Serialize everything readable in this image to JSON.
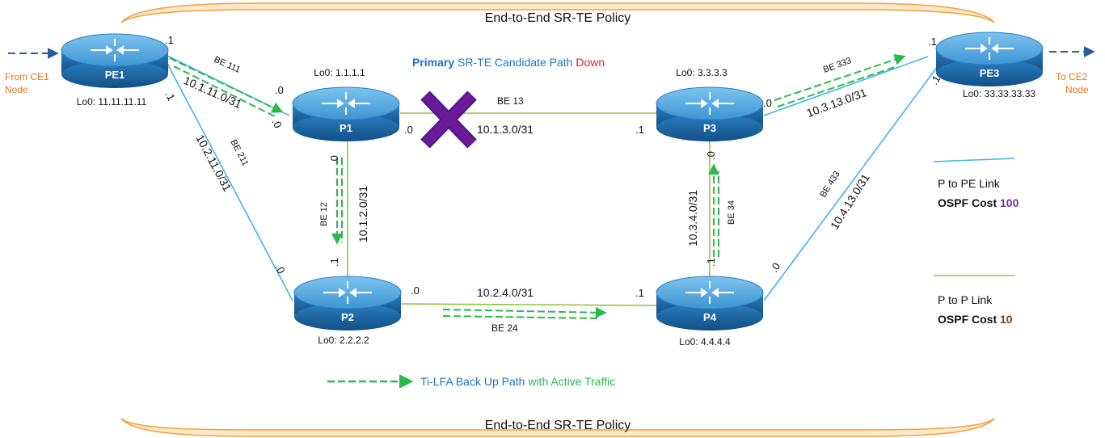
{
  "policy_top": "End-to-End SR-TE Policy",
  "policy_bottom": "End-to-End SR-TE Policy",
  "primary_path": {
    "word1": "Primary",
    "word2": " SR-TE Candidate Path ",
    "word3": "Down"
  },
  "ce1": {
    "line1": "From CE1",
    "line2": "Node"
  },
  "ce2": {
    "line1": "To CE2",
    "line2": "Node"
  },
  "routers": {
    "pe1": {
      "name": "PE1",
      "lo": "Lo0: 11.11.11.11"
    },
    "p1": {
      "name": "P1",
      "lo": "Lo0: 1.1.1.1"
    },
    "p2": {
      "name": "P2",
      "lo": "Lo0: 2.2.2.2"
    },
    "p3": {
      "name": "P3",
      "lo": "Lo0: 3.3.3.3"
    },
    "p4": {
      "name": "P4",
      "lo": "Lo0: 4.4.4.4"
    },
    "pe3": {
      "name": "PE3",
      "lo": "Lo0: 33.33.33.33"
    }
  },
  "links": {
    "pe1_p1": {
      "bundle": "BE 111",
      "subnet": "10.1.11.0/31",
      "end_a": ".1",
      "end_b": ".0"
    },
    "pe1_p2": {
      "bundle": "BE 211",
      "subnet": "10.2.11.0/31",
      "end_a": ".1",
      "end_b": ".0"
    },
    "p1_p3": {
      "bundle": "BE 13",
      "subnet": "10.1.3.0/31",
      "end_a": ".0",
      "end_b": ".1"
    },
    "p1_p2": {
      "bundle": "BE 12",
      "subnet": "10.1.2.0/31",
      "end_a": ".0",
      "end_b": ".1"
    },
    "p2_p4": {
      "bundle": "BE 24",
      "subnet": "10.2.4.0/31",
      "end_a": ".0",
      "end_b": ".1"
    },
    "p3_p4": {
      "bundle": "BE 34",
      "subnet": "10.3.4.0/31",
      "end_a": ".0",
      "end_b": ".1"
    },
    "p3_pe3": {
      "bundle": "BE 333",
      "subnet": "10.3.13.0/31",
      "end_a": ".0",
      "end_b": ".1"
    },
    "p4_pe3": {
      "bundle": "BE 433",
      "subnet": "10.4.13.0/31",
      "end_a": ".0",
      "end_b": ".1"
    }
  },
  "legend": {
    "pe_link": {
      "line1": "P to PE Link",
      "cost_label": "OSPF Cost ",
      "cost_value": "100"
    },
    "p_link": {
      "line1": "P to P Link",
      "cost_label": "OSPF Cost ",
      "cost_value": "10"
    },
    "tilfa": {
      "word1": "Ti-LFA",
      "word2": " Back Up Path ",
      "word3": "with Active Traffic"
    }
  },
  "colors": {
    "pe_link": "#3fb6e6",
    "p_link": "#8dc63f",
    "backup_path": "#2db84c",
    "primary_blue": "#1f72c4",
    "down_red": "#e02020",
    "ce_orange": "#e07b20",
    "cross_purple": "#6a1b9a",
    "policy_orange": "#f0a040",
    "cost_100": "#7030a0",
    "cost_10": "#8b3a00"
  }
}
